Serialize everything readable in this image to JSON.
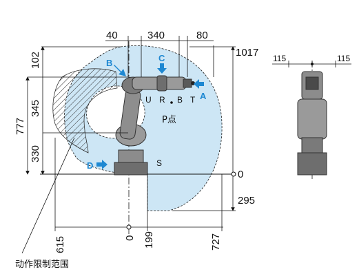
{
  "dimensions": {
    "top": [
      "40",
      "340",
      "80"
    ],
    "right_top": "1017",
    "right_zero": "0",
    "right_bottom": "295",
    "left": [
      "102",
      "345",
      "777",
      "330"
    ],
    "bottom": [
      "615",
      "0",
      "199",
      "727"
    ],
    "side_view": [
      "115",
      "115"
    ]
  },
  "callouts": {
    "A": "A",
    "B": "B",
    "C": "C",
    "D": "D"
  },
  "axes": {
    "U": "U",
    "R": "R",
    "B": "B",
    "T": "T",
    "S": "S",
    "P": "P点"
  },
  "caption": "动作限制范围",
  "colors": {
    "work_envelope": "#cde6f5",
    "arrow_blue": "#1e88d2",
    "robot_gray": "#8c8c8c",
    "robot_dark": "#4a4a4a"
  }
}
